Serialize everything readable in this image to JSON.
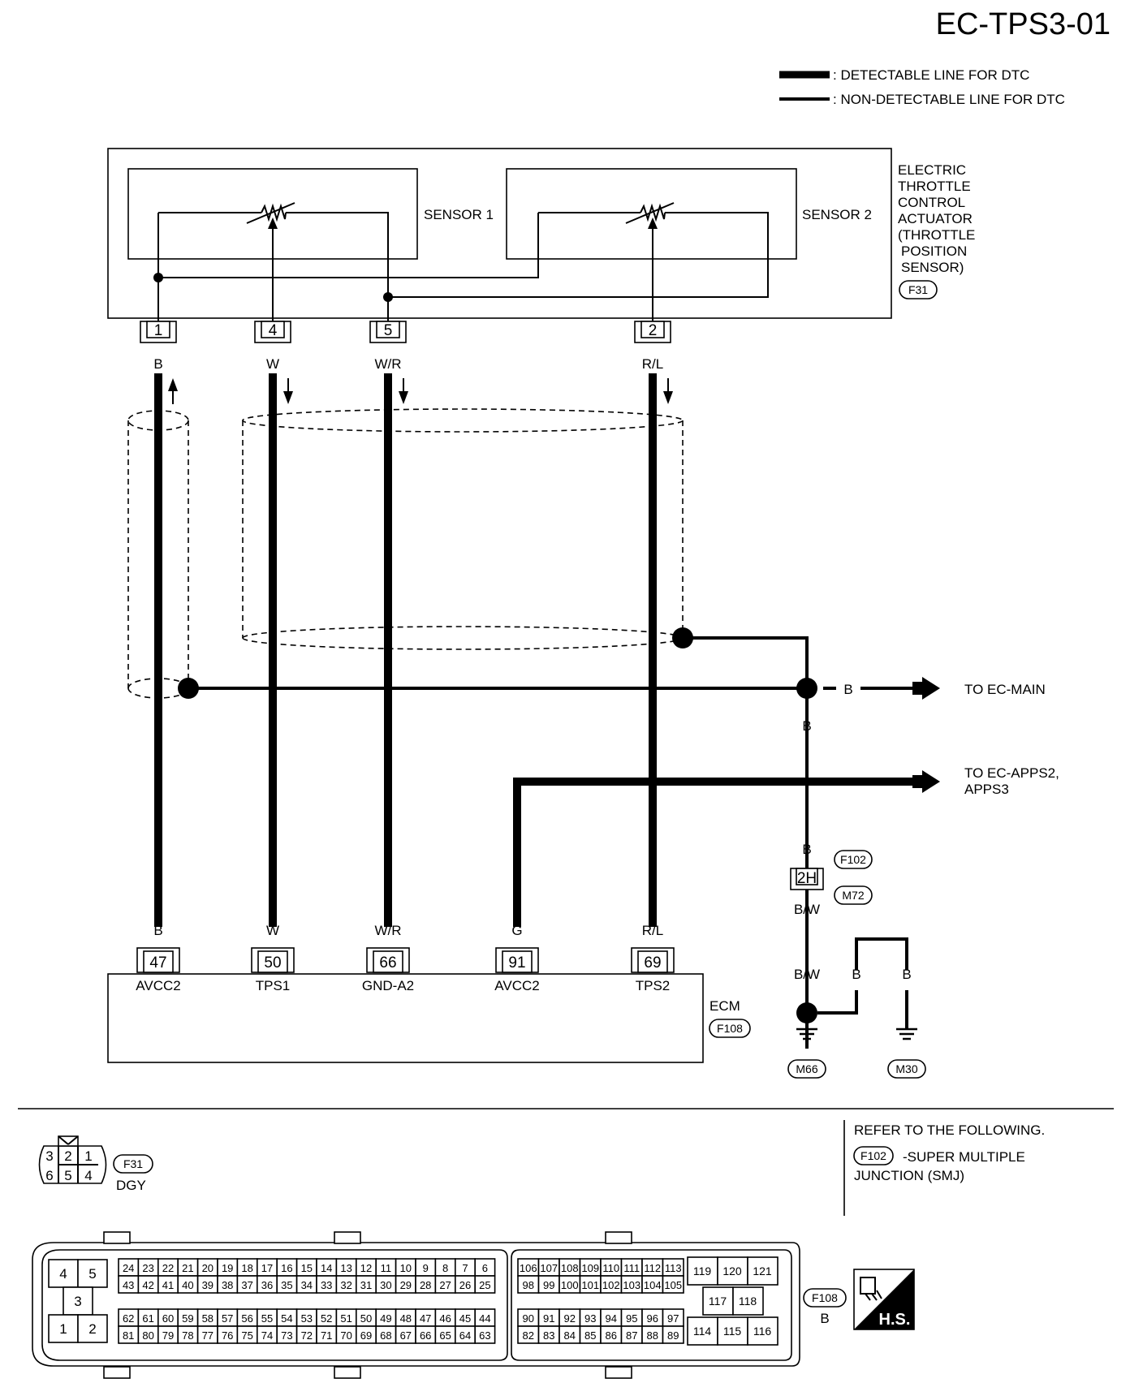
{
  "title": "EC-TPS3-01",
  "legend": {
    "detectable": ": DETECTABLE LINE FOR DTC",
    "non_detectable": ": NON-DETECTABLE LINE FOR DTC"
  },
  "actuator": {
    "sensor1": "SENSOR 1",
    "sensor2": "SENSOR 2",
    "name_lines": [
      "ELECTRIC",
      "THROTTLE",
      "CONTROL",
      "ACTUATOR",
      "(THROTTLE",
      "POSITION",
      "SENSOR)"
    ],
    "connector": "F31",
    "pins": [
      {
        "pin": "1",
        "wire": "B"
      },
      {
        "pin": "4",
        "wire": "W"
      },
      {
        "pin": "5",
        "wire": "W/R"
      },
      {
        "pin": "2",
        "wire": "R/L"
      }
    ]
  },
  "ecm": {
    "name": "ECM",
    "connector": "F108",
    "pins": [
      {
        "pin": "47",
        "wire": "B",
        "signal": "AVCC2"
      },
      {
        "pin": "50",
        "wire": "W",
        "signal": "TPS1"
      },
      {
        "pin": "66",
        "wire": "W/R",
        "signal": "GND-A2"
      },
      {
        "pin": "91",
        "wire": "G",
        "signal": "AVCC2"
      },
      {
        "pin": "69",
        "wire": "R/L",
        "signal": "TPS2"
      }
    ]
  },
  "shield_ground": {
    "wire_b": "B",
    "to_main": "TO EC-MAIN",
    "to_apps_wire": "G",
    "to_apps_line1": "TO EC-APPS2,",
    "to_apps_line2": "APPS3",
    "junction_pin": "2H",
    "junction_conn_top": "F102",
    "junction_conn_bottom": "M72",
    "wire_bw": "B/W",
    "ground1": "M66",
    "ground2": "M30"
  },
  "refer": {
    "line1": "REFER TO THE FOLLOWING.",
    "conn": "F102",
    "line2": "-SUPER MULTIPLE",
    "line3": "JUNCTION (SMJ)"
  },
  "connector_views": {
    "f31": {
      "code": "F31",
      "color": "DGY",
      "top": [
        "3",
        "2",
        "1"
      ],
      "bottom": [
        "6",
        "5",
        "4"
      ]
    },
    "f108": {
      "code": "F108",
      "color": "B",
      "left_block": [
        "4",
        "5",
        "3",
        "1",
        "2"
      ],
      "row1": [
        "24",
        "23",
        "22",
        "21",
        "20",
        "19",
        "18",
        "17",
        "16",
        "15",
        "14",
        "13",
        "12",
        "11",
        "10",
        "9",
        "8",
        "7",
        "6"
      ],
      "row2": [
        "43",
        "42",
        "41",
        "40",
        "39",
        "38",
        "37",
        "36",
        "35",
        "34",
        "33",
        "32",
        "31",
        "30",
        "29",
        "28",
        "27",
        "26",
        "25"
      ],
      "row3": [
        "62",
        "61",
        "60",
        "59",
        "58",
        "57",
        "56",
        "55",
        "54",
        "53",
        "52",
        "51",
        "50",
        "49",
        "48",
        "47",
        "46",
        "45",
        "44"
      ],
      "row4": [
        "81",
        "80",
        "79",
        "78",
        "77",
        "76",
        "75",
        "74",
        "73",
        "72",
        "71",
        "70",
        "69",
        "68",
        "67",
        "66",
        "65",
        "64",
        "63"
      ],
      "mid_row1": [
        "106",
        "107",
        "108",
        "109",
        "110",
        "111",
        "112",
        "113"
      ],
      "mid_row2": [
        "98",
        "99",
        "100",
        "101",
        "102",
        "103",
        "104",
        "105"
      ],
      "mid_row3": [
        "90",
        "91",
        "92",
        "93",
        "94",
        "95",
        "96",
        "97"
      ],
      "mid_row4": [
        "82",
        "83",
        "84",
        "85",
        "86",
        "87",
        "88",
        "89"
      ],
      "right_row1": [
        "119",
        "120",
        "121"
      ],
      "right_row2": [
        "117",
        "118"
      ],
      "right_row3": [
        "114",
        "115",
        "116"
      ],
      "hs": "H.S."
    }
  }
}
